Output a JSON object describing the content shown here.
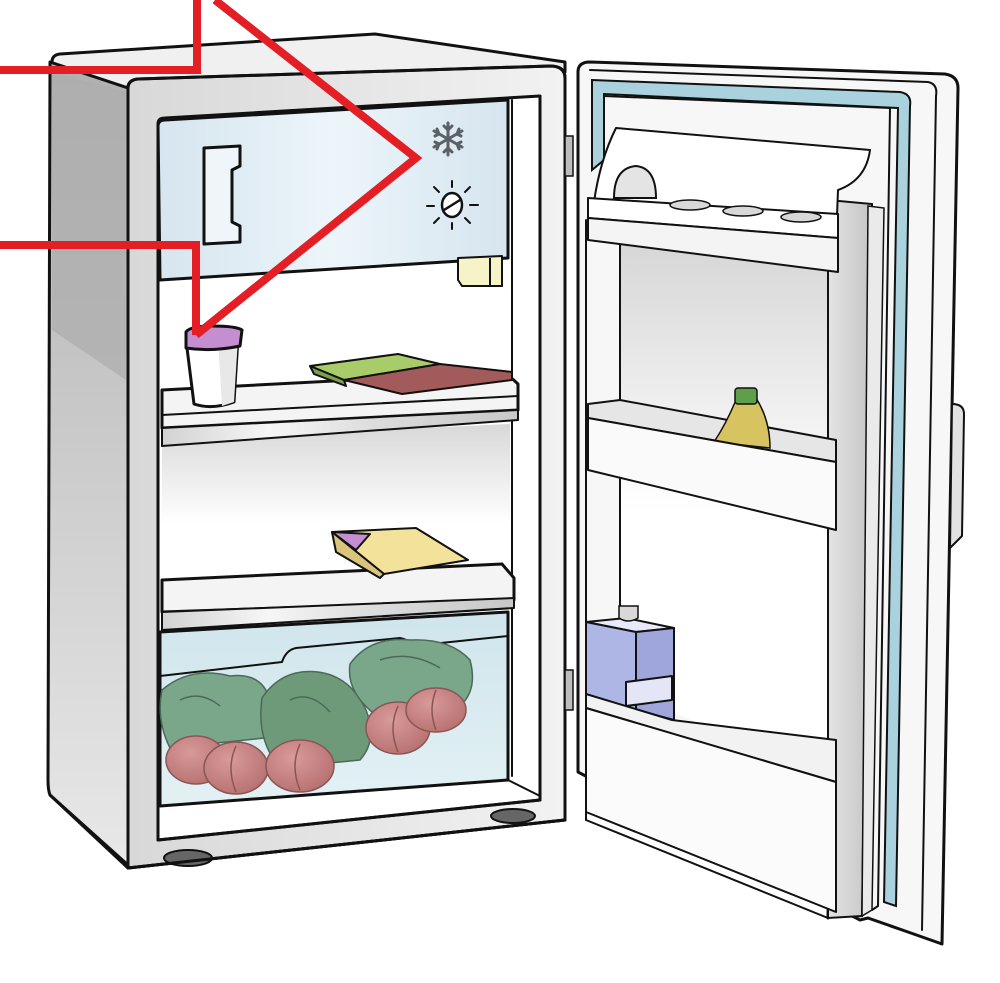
{
  "illustration": {
    "subject": "Open refrigerator with callout lines",
    "colors": {
      "callout": "#e31e24",
      "outline": "#111111",
      "body_white": "#ffffff",
      "body_shadow": "#b0b0b0",
      "panel_blue": "#dce9f1",
      "crisper_blue": "#cfe5ec",
      "door_seal": "#a9d2de",
      "lettuce": "#7aa68a",
      "tomato": "#c98484",
      "carton_blue": "#aeb6e6",
      "bottle_yellow": "#d7c460",
      "bottle_cap": "#5ea04a",
      "cup_lid": "#c58ed1",
      "cheese": "#f3e39a",
      "package_green": "#a9cc6a",
      "package_red": "#a35a5a",
      "feet": "#666666"
    },
    "callouts": [
      {
        "id": "callout-top",
        "target": "control-panel-thermostat",
        "shape": "angled line from top-left bend to control panel point"
      },
      {
        "id": "callout-bottom",
        "target": "cup-on-top-shelf",
        "shape": "angled line from left to cup lid"
      }
    ],
    "control_panel": {
      "icons": [
        "snowflake-icon",
        "thermostat-dial-icon"
      ],
      "has_light_below": true
    },
    "interior": {
      "shelves": [
        {
          "index": 1,
          "items": [
            "yogurt cup with purple lid",
            "wrapped sandwich package (green/red)"
          ]
        },
        {
          "index": 2,
          "items": [
            "cheese wedge package"
          ]
        }
      ],
      "crisper_drawer": {
        "items": [
          "lettuce",
          "lettuce",
          "lettuce",
          "tomato",
          "tomato",
          "tomato",
          "tomato",
          "tomato"
        ]
      }
    },
    "door": {
      "racks": [
        {
          "index": 1,
          "items": [
            "egg"
          ],
          "egg_holes": 3
        },
        {
          "index": 2,
          "items": [
            "bottle with green cap"
          ]
        },
        {
          "index": 3,
          "items": [
            "blue carton"
          ]
        }
      ]
    }
  }
}
